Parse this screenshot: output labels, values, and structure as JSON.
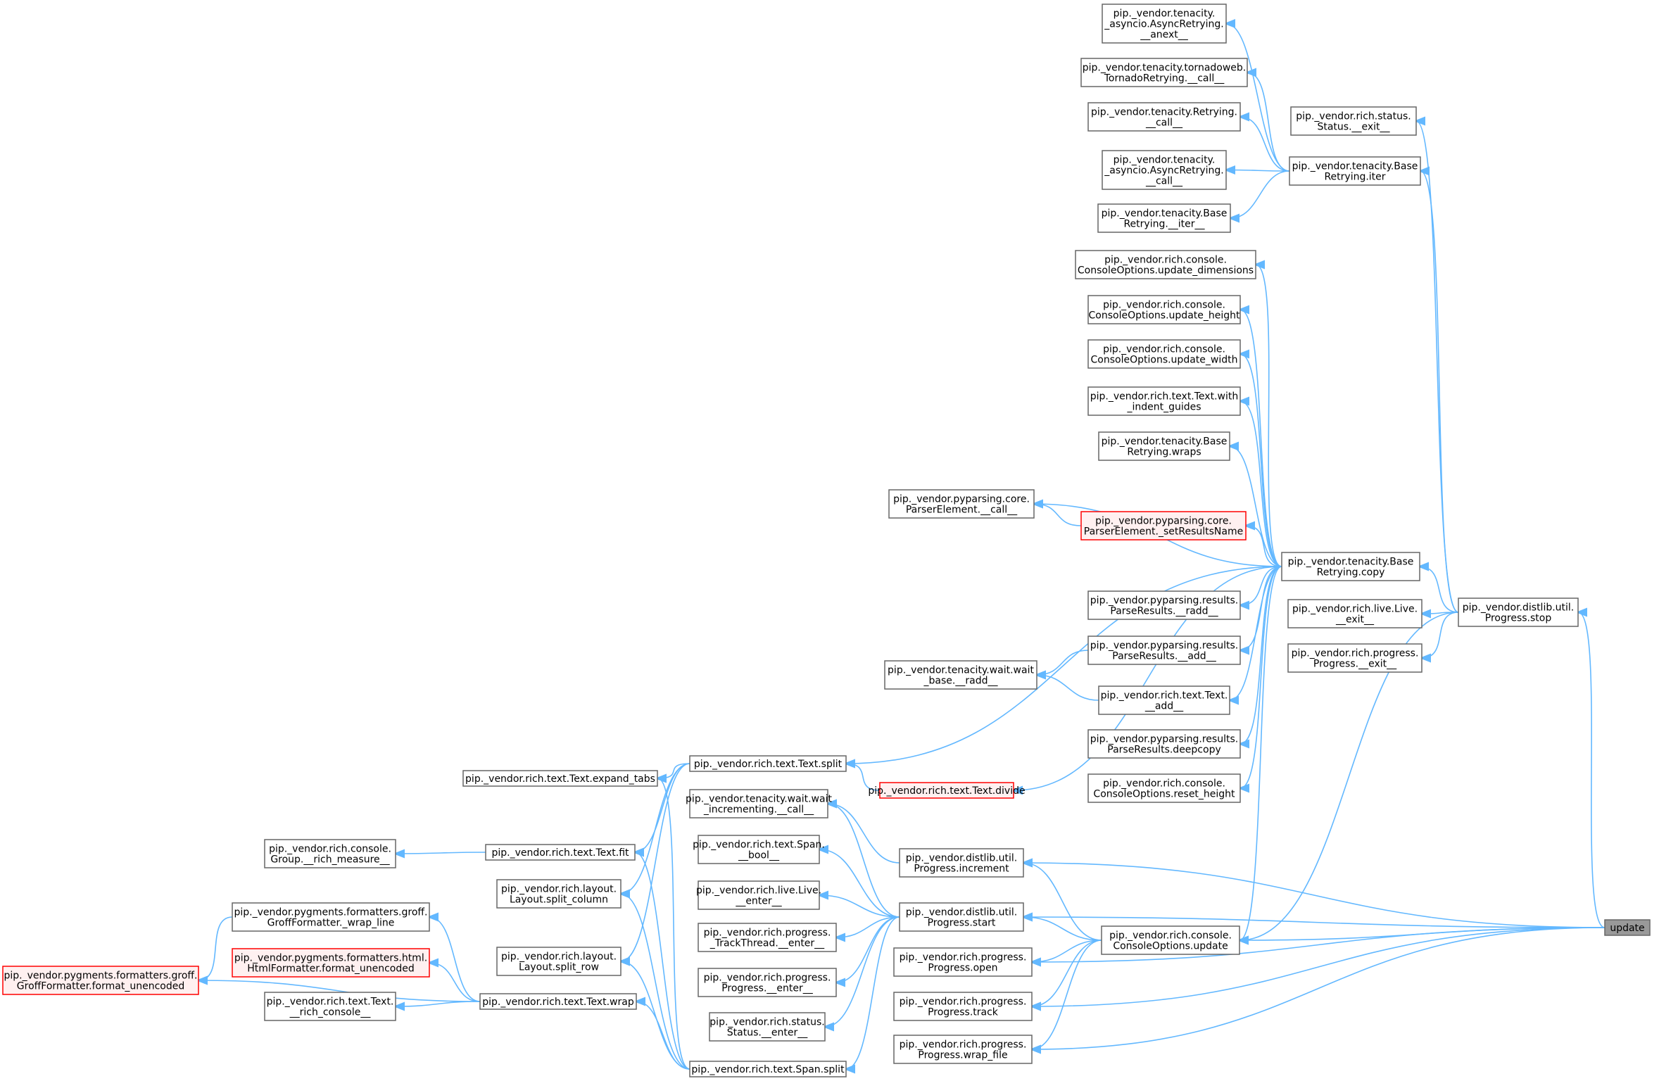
{
  "graph": {
    "colors": {
      "edge": "#63b8ff",
      "border": "#666666",
      "highlight_border": "#ff0000",
      "highlight_fill": "#fff0f0",
      "focus_fill": "#999999"
    },
    "nodes": [
      {
        "id": "n1",
        "lines": [
          "pip._vendor.tenacity.",
          "_asyncio.AsyncRetrying.",
          "__anext__"
        ]
      },
      {
        "id": "n2",
        "lines": [
          "pip._vendor.tenacity.tornadoweb.",
          "TornadoRetrying.__call__"
        ]
      },
      {
        "id": "n3",
        "lines": [
          "pip._vendor.tenacity.Retrying.",
          "__call__"
        ]
      },
      {
        "id": "n4",
        "lines": [
          "pip._vendor.tenacity.",
          "_asyncio.AsyncRetrying.",
          "__call__"
        ]
      },
      {
        "id": "n5",
        "lines": [
          "pip._vendor.tenacity.Base",
          "Retrying.__iter__"
        ]
      },
      {
        "id": "n6",
        "lines": [
          "pip._vendor.rich.status.",
          "Status.__exit__"
        ]
      },
      {
        "id": "n7",
        "lines": [
          "pip._vendor.tenacity.Base",
          "Retrying.iter"
        ]
      },
      {
        "id": "n8",
        "lines": [
          "pip._vendor.rich.console.",
          "ConsoleOptions.update_dimensions"
        ]
      },
      {
        "id": "n9",
        "lines": [
          "pip._vendor.rich.console.",
          "ConsoleOptions.update_height"
        ]
      },
      {
        "id": "n10",
        "lines": [
          "pip._vendor.rich.console.",
          "ConsoleOptions.update_width"
        ]
      },
      {
        "id": "n11",
        "lines": [
          "pip._vendor.rich.text.Text.with",
          "_indent_guides"
        ]
      },
      {
        "id": "n12",
        "lines": [
          "pip._vendor.tenacity.Base",
          "Retrying.wraps"
        ]
      },
      {
        "id": "n13",
        "lines": [
          "pip._vendor.pyparsing.core.",
          "ParserElement.__call__"
        ]
      },
      {
        "id": "n14",
        "lines": [
          "pip._vendor.pyparsing.core.",
          "ParserElement._setResultsName"
        ],
        "highlight": true
      },
      {
        "id": "n15",
        "lines": [
          "pip._vendor.tenacity.Base",
          "Retrying.copy"
        ]
      },
      {
        "id": "n16",
        "lines": [
          "pip._vendor.pyparsing.results.",
          "ParseResults.__radd__"
        ]
      },
      {
        "id": "n17",
        "lines": [
          "pip._vendor.rich.live.Live.",
          "__exit__"
        ]
      },
      {
        "id": "n18",
        "lines": [
          "pip._vendor.distlib.util.",
          "Progress.stop"
        ]
      },
      {
        "id": "n19",
        "lines": [
          "pip._vendor.pyparsing.results.",
          "ParseResults.__add__"
        ]
      },
      {
        "id": "n20",
        "lines": [
          "pip._vendor.rich.progress.",
          "Progress.__exit__"
        ]
      },
      {
        "id": "n21",
        "lines": [
          "pip._vendor.tenacity.wait.wait",
          "_base.__radd__"
        ]
      },
      {
        "id": "n22",
        "lines": [
          "pip._vendor.rich.text.Text.",
          "__add__"
        ]
      },
      {
        "id": "n23",
        "lines": [
          "pip._vendor.pyparsing.results.",
          "ParseResults.deepcopy"
        ]
      },
      {
        "id": "n24",
        "lines": [
          "pip._vendor.rich.text.Text.split"
        ]
      },
      {
        "id": "n25",
        "lines": [
          "pip._vendor.rich.console.",
          "ConsoleOptions.reset_height"
        ]
      },
      {
        "id": "n26",
        "lines": [
          "pip._vendor.rich.text.Text.expand_tabs"
        ]
      },
      {
        "id": "n27",
        "lines": [
          "pip._vendor.rich.text.Text.divide"
        ],
        "highlight": true
      },
      {
        "id": "n28",
        "lines": [
          "pip._vendor.tenacity.wait.wait",
          "_incrementing.__call__"
        ]
      },
      {
        "id": "n29",
        "lines": [
          "pip._vendor.rich.console.",
          "Group.__rich_measure__"
        ]
      },
      {
        "id": "n30",
        "lines": [
          "pip._vendor.rich.text.Text.fit"
        ]
      },
      {
        "id": "n31",
        "lines": [
          "pip._vendor.rich.text.Span.",
          "__bool__"
        ]
      },
      {
        "id": "n32",
        "lines": [
          "pip._vendor.distlib.util.",
          "Progress.increment"
        ]
      },
      {
        "id": "n33",
        "lines": [
          "pip._vendor.rich.layout.",
          "Layout.split_column"
        ]
      },
      {
        "id": "n34",
        "lines": [
          "pip._vendor.rich.live.Live.",
          "__enter__"
        ]
      },
      {
        "id": "n35",
        "lines": [
          "pip._vendor.distlib.util.",
          "Progress.start"
        ]
      },
      {
        "id": "n36",
        "lines": [
          "pip._vendor.pygments.formatters.groff.",
          "GroffFormatter._wrap_line"
        ]
      },
      {
        "id": "n37",
        "lines": [
          "pip._vendor.rich.progress.",
          "_TrackThread.__enter__"
        ]
      },
      {
        "id": "n38",
        "lines": [
          "pip._vendor.rich.console.",
          "ConsoleOptions.update"
        ]
      },
      {
        "id": "n39",
        "lines": [
          "update"
        ],
        "focus": true
      },
      {
        "id": "n40",
        "lines": [
          "pip._vendor.pygments.formatters.html.",
          "HtmlFormatter.format_unencoded"
        ],
        "highlight": true
      },
      {
        "id": "n41",
        "lines": [
          "pip._vendor.rich.progress.",
          "Progress.open"
        ]
      },
      {
        "id": "n42",
        "lines": [
          "pip._vendor.pygments.formatters.groff.",
          "GroffFormatter.format_unencoded"
        ],
        "highlight": true
      },
      {
        "id": "n43",
        "lines": [
          "pip._vendor.rich.layout.",
          "Layout.split_row"
        ]
      },
      {
        "id": "n44",
        "lines": [
          "pip._vendor.rich.progress.",
          "Progress.__enter__"
        ]
      },
      {
        "id": "n45",
        "lines": [
          "pip._vendor.rich.progress.",
          "Progress.track"
        ]
      },
      {
        "id": "n46",
        "lines": [
          "pip._vendor.rich.text.Text.",
          "__rich_console__"
        ]
      },
      {
        "id": "n47",
        "lines": [
          "pip._vendor.rich.text.Text.wrap"
        ]
      },
      {
        "id": "n48",
        "lines": [
          "pip._vendor.rich.status.",
          "Status.__enter__"
        ]
      },
      {
        "id": "n49",
        "lines": [
          "pip._vendor.rich.progress.",
          "Progress.wrap_file"
        ]
      },
      {
        "id": "n50",
        "lines": [
          "pip._vendor.rich.text.Span.split"
        ]
      }
    ]
  }
}
